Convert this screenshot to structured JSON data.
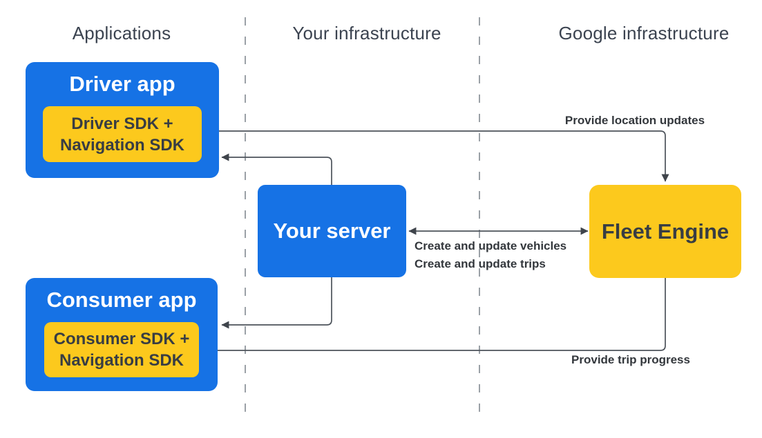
{
  "colors": {
    "background": "#ffffff",
    "box_blue": "#1672e5",
    "box_yellow": "#fcc91d",
    "sdk_text": "#383d43",
    "header_text": "#3b4350",
    "label_text": "#33373c",
    "line": "#4c525a",
    "arrow": "#3f444b",
    "dash_line": "#9aa0a6"
  },
  "headers": {
    "applications": "Applications",
    "your_infrastructure": "Your infrastructure",
    "google_infrastructure": "Google infrastructure"
  },
  "nodes": {
    "driver_app": {
      "title": "Driver app",
      "sdk": "Driver SDK + Navigation SDK"
    },
    "consumer_app": {
      "title": "Consumer app",
      "sdk": "Consumer SDK + Navigation SDK"
    },
    "your_server": {
      "title": "Your server"
    },
    "fleet_engine": {
      "title": "Fleet Engine"
    }
  },
  "edges": {
    "provide_location_updates": "Provide location updates",
    "create_and_update_vehicles": "Create and update vehicles",
    "create_and_update_trips": "Create and update trips",
    "provide_trip_progress": "Provide trip progress"
  }
}
